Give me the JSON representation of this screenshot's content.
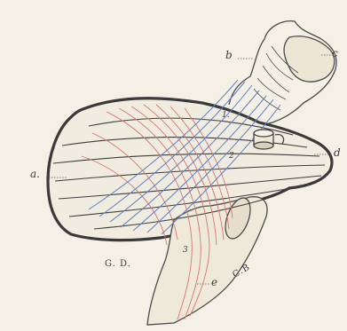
{
  "figure": {
    "labels": {
      "a": "a.",
      "b": "b",
      "c": "c",
      "d": "d",
      "e": "e",
      "n1": "1.",
      "n2": "2",
      "n3": "3"
    },
    "annotations": {
      "gd": "G. D.",
      "artist": "C.B"
    },
    "colors": {
      "paper": "#f4f0e5",
      "outline": "#4a4a4a",
      "red_fibers": "#d9766e",
      "blue_fibers": "#5d7fc9",
      "black_fibers": "#3d3d3d"
    }
  }
}
